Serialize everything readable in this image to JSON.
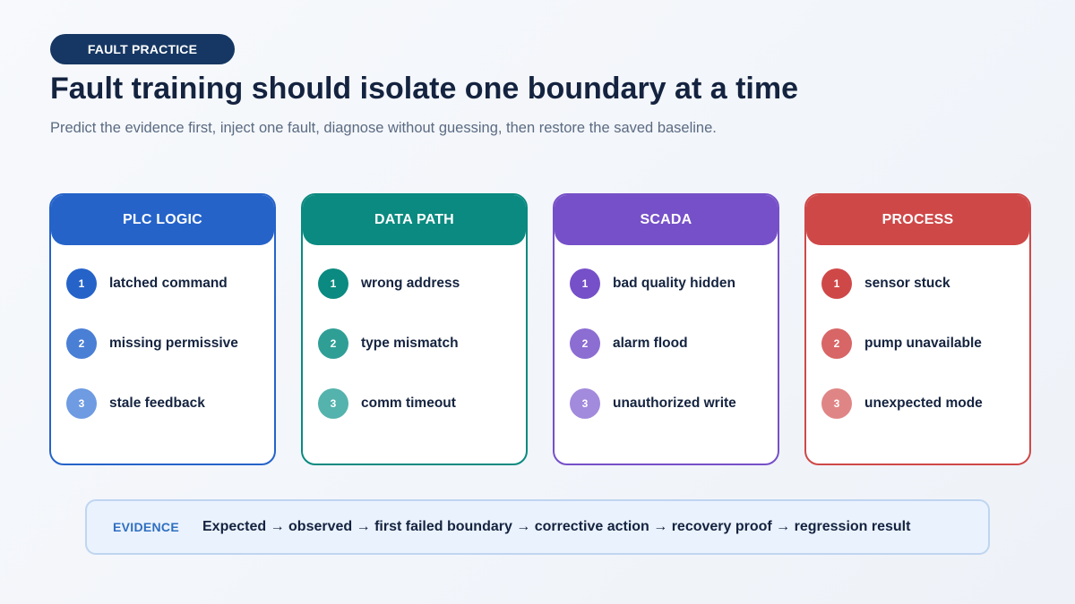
{
  "badge": "FAULT PRACTICE",
  "title": "Fault training should isolate one boundary at a time",
  "subtitle": "Predict the evidence first, inject one fault, diagnose without guessing, then restore the saved baseline.",
  "columns": [
    {
      "title": "PLC LOGIC",
      "color": "#2563c9",
      "step_colors": [
        "#2563c9",
        "#4a7fd6",
        "#6e9be2"
      ],
      "items": [
        {
          "num": "1",
          "label": "latched command"
        },
        {
          "num": "2",
          "label": "missing permissive"
        },
        {
          "num": "3",
          "label": "stale feedback"
        }
      ]
    },
    {
      "title": "DATA PATH",
      "color": "#0a8a80",
      "step_colors": [
        "#0a8a80",
        "#2f9f96",
        "#54b3ac"
      ],
      "items": [
        {
          "num": "1",
          "label": "wrong address"
        },
        {
          "num": "2",
          "label": "type mismatch"
        },
        {
          "num": "3",
          "label": "comm timeout"
        }
      ]
    },
    {
      "title": "SCADA",
      "color": "#7650c8",
      "step_colors": [
        "#7650c8",
        "#8c6dd2",
        "#a28adc"
      ],
      "items": [
        {
          "num": "1",
          "label": "bad quality hidden"
        },
        {
          "num": "2",
          "label": "alarm flood"
        },
        {
          "num": "3",
          "label": "unauthorized write"
        }
      ]
    },
    {
      "title": "PROCESS",
      "color": "#cf4848",
      "step_colors": [
        "#cf4848",
        "#d86666",
        "#e08585"
      ],
      "items": [
        {
          "num": "1",
          "label": "sensor stuck"
        },
        {
          "num": "2",
          "label": "pump unavailable"
        },
        {
          "num": "3",
          "label": "unexpected mode"
        }
      ]
    }
  ],
  "evidence": {
    "tag": "EVIDENCE",
    "text": "Expected → observed → first failed boundary → corrective action → recovery proof → regression result"
  }
}
